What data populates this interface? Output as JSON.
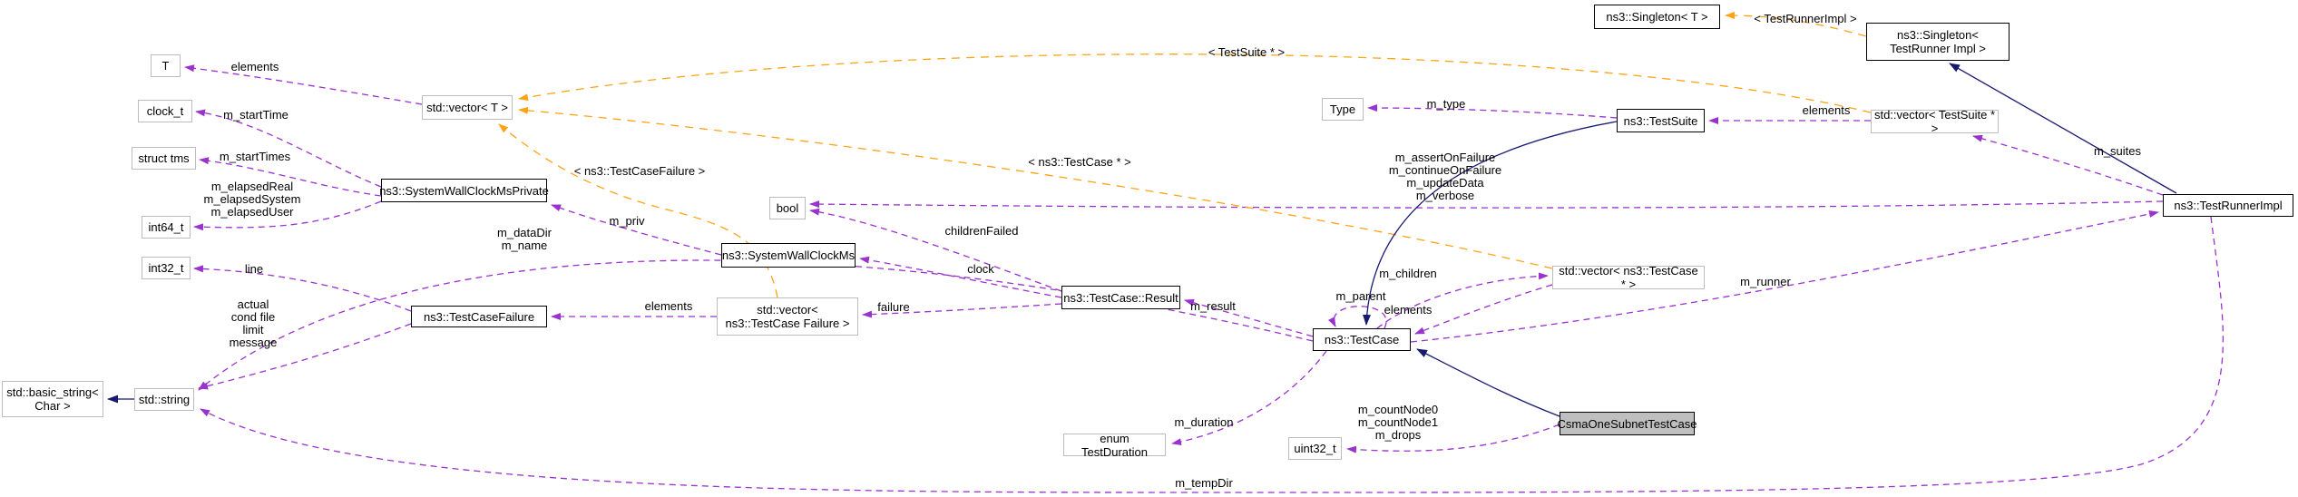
{
  "diagram": {
    "kind": "collaboration-graph",
    "focus_node": "CsmaOneSubnetTestCase",
    "colors": {
      "usage_edge": "#9a32cd",
      "template_edge": "#ffa216",
      "inheritance_edge": "#191970",
      "internal_node_border": "#000000",
      "external_node_border": "#bdbdbd",
      "focus_node_fill": "#bfbfbf",
      "background": "#ffffff"
    }
  },
  "nodes": [
    {
      "id": "T",
      "label": "T",
      "kind": "external"
    },
    {
      "id": "clock_t",
      "label": "clock_t",
      "kind": "external"
    },
    {
      "id": "struct_tms",
      "label": "struct tms",
      "kind": "external"
    },
    {
      "id": "int64_t",
      "label": "int64_t",
      "kind": "external"
    },
    {
      "id": "int32_t",
      "label": "int32_t",
      "kind": "external"
    },
    {
      "id": "std_basic_string",
      "label": "std::basic_string< Char >",
      "kind": "external"
    },
    {
      "id": "std_string",
      "label": "std::string",
      "kind": "external"
    },
    {
      "id": "std_vector_T",
      "label": "std::vector< T >",
      "kind": "external"
    },
    {
      "id": "SystemWallClockMsPrivate",
      "label": "ns3::SystemWallClockMsPrivate",
      "kind": "internal"
    },
    {
      "id": "TestCaseFailure",
      "label": "ns3::TestCaseFailure",
      "kind": "internal"
    },
    {
      "id": "bool",
      "label": "bool",
      "kind": "external"
    },
    {
      "id": "SystemWallClockMs",
      "label": "ns3::SystemWallClockMs",
      "kind": "internal"
    },
    {
      "id": "std_vector_TestCaseFailure",
      "label": "std::vector< ns3::TestCase Failure >",
      "kind": "external"
    },
    {
      "id": "TestCase_Result",
      "label": "ns3::TestCase::Result",
      "kind": "internal"
    },
    {
      "id": "TestCase",
      "label": "ns3::TestCase",
      "kind": "internal"
    },
    {
      "id": "enum_TestDuration",
      "label": "enum TestDuration",
      "kind": "external"
    },
    {
      "id": "uint32_t",
      "label": "uint32_t",
      "kind": "external"
    },
    {
      "id": "CsmaOneSubnetTestCase",
      "label": "CsmaOneSubnetTestCase",
      "kind": "focus"
    },
    {
      "id": "Type",
      "label": "Type",
      "kind": "external"
    },
    {
      "id": "TestSuite",
      "label": "ns3::TestSuite",
      "kind": "internal"
    },
    {
      "id": "std_vector_TestCase_ptr",
      "label": "std::vector< ns3::TestCase * >",
      "kind": "external"
    },
    {
      "id": "Singleton_T",
      "label": "ns3::Singleton< T >",
      "kind": "internal"
    },
    {
      "id": "Singleton_TestRunnerImpl",
      "label": "ns3::Singleton< TestRunner Impl >",
      "kind": "internal"
    },
    {
      "id": "std_vector_TestSuite_ptr",
      "label": "std::vector< TestSuite * >",
      "kind": "external"
    },
    {
      "id": "TestRunnerImpl",
      "label": "ns3::TestRunnerImpl",
      "kind": "internal"
    }
  ],
  "edges": [
    {
      "from": "std_vector_T",
      "to": "T",
      "type": "usage",
      "label": "elements"
    },
    {
      "from": "SystemWallClockMsPrivate",
      "to": "clock_t",
      "type": "usage",
      "label": "m_startTime"
    },
    {
      "from": "SystemWallClockMsPrivate",
      "to": "struct_tms",
      "type": "usage",
      "label": "m_startTimes"
    },
    {
      "from": "SystemWallClockMsPrivate",
      "to": "int64_t",
      "type": "usage",
      "label": "m_elapsedReal m_elapsedSystem m_elapsedUser"
    },
    {
      "from": "TestCaseFailure",
      "to": "int32_t",
      "type": "usage",
      "label": "line"
    },
    {
      "from": "TestCaseFailure",
      "to": "std_string",
      "type": "usage",
      "label": "actual cond file limit message"
    },
    {
      "from": "SystemWallClockMs",
      "to": "SystemWallClockMsPrivate",
      "type": "usage",
      "label": "m_priv"
    },
    {
      "from": "std_vector_TestCaseFailure",
      "to": "TestCaseFailure",
      "type": "usage",
      "label": "elements"
    },
    {
      "from": "TestCase_Result",
      "to": "bool",
      "type": "usage",
      "label": "childrenFailed"
    },
    {
      "from": "TestCase_Result",
      "to": "SystemWallClockMs",
      "type": "usage",
      "label": "clock"
    },
    {
      "from": "TestCase_Result",
      "to": "std_vector_TestCaseFailure",
      "type": "usage",
      "label": "failure"
    },
    {
      "from": "TestCase",
      "to": "TestCase_Result",
      "type": "usage",
      "label": "m_result"
    },
    {
      "from": "TestCase",
      "to": "TestCase",
      "type": "usage",
      "label": "m_parent"
    },
    {
      "from": "TestCase",
      "to": "std_vector_TestCase_ptr",
      "type": "usage",
      "label": "m_children"
    },
    {
      "from": "std_vector_TestCase_ptr",
      "to": "TestCase",
      "type": "usage",
      "label": "elements"
    },
    {
      "from": "TestRunnerImpl",
      "to": "bool",
      "type": "usage",
      "label": "m_assertOnFailure m_continueOnFailure m_updateData m_verbose"
    },
    {
      "from": "TestSuite",
      "to": "Type",
      "type": "usage",
      "label": "m_type"
    },
    {
      "from": "std_vector_TestSuite_ptr",
      "to": "TestSuite",
      "type": "usage",
      "label": "elements"
    },
    {
      "from": "TestRunnerImpl",
      "to": "std_vector_TestSuite_ptr",
      "type": "usage",
      "label": "m_suites"
    },
    {
      "from": "TestCase",
      "to": "TestRunnerImpl",
      "type": "usage",
      "label": "m_runner"
    },
    {
      "from": "TestCase",
      "to": "std_string",
      "type": "usage",
      "label": "m_dataDir m_name"
    },
    {
      "from": "TestCase",
      "to": "enum_TestDuration",
      "type": "usage",
      "label": "m_duration"
    },
    {
      "from": "CsmaOneSubnetTestCase",
      "to": "uint32_t",
      "type": "usage",
      "label": "m_countNode0 m_countNode1 m_drops"
    },
    {
      "from": "TestRunnerImpl",
      "to": "std_string",
      "type": "usage",
      "label": "m_tempDir"
    },
    {
      "from": "std_vector_TestCaseFailure",
      "to": "std_vector_T",
      "type": "template",
      "label": "< ns3::TestCaseFailure >"
    },
    {
      "from": "std_vector_TestCase_ptr",
      "to": "std_vector_T",
      "type": "template",
      "label": "< ns3::TestCase * >"
    },
    {
      "from": "std_vector_TestSuite_ptr",
      "to": "std_vector_T",
      "type": "template",
      "label": "< TestSuite * >"
    },
    {
      "from": "Singleton_TestRunnerImpl",
      "to": "Singleton_T",
      "type": "template",
      "label": "< TestRunnerImpl >"
    },
    {
      "from": "std_string",
      "to": "std_basic_string",
      "type": "inheritance",
      "label": ""
    },
    {
      "from": "TestSuite",
      "to": "TestCase",
      "type": "inheritance",
      "label": ""
    },
    {
      "from": "CsmaOneSubnetTestCase",
      "to": "TestCase",
      "type": "inheritance",
      "label": ""
    },
    {
      "from": "TestRunnerImpl",
      "to": "Singleton_TestRunnerImpl",
      "type": "inheritance",
      "label": ""
    }
  ]
}
